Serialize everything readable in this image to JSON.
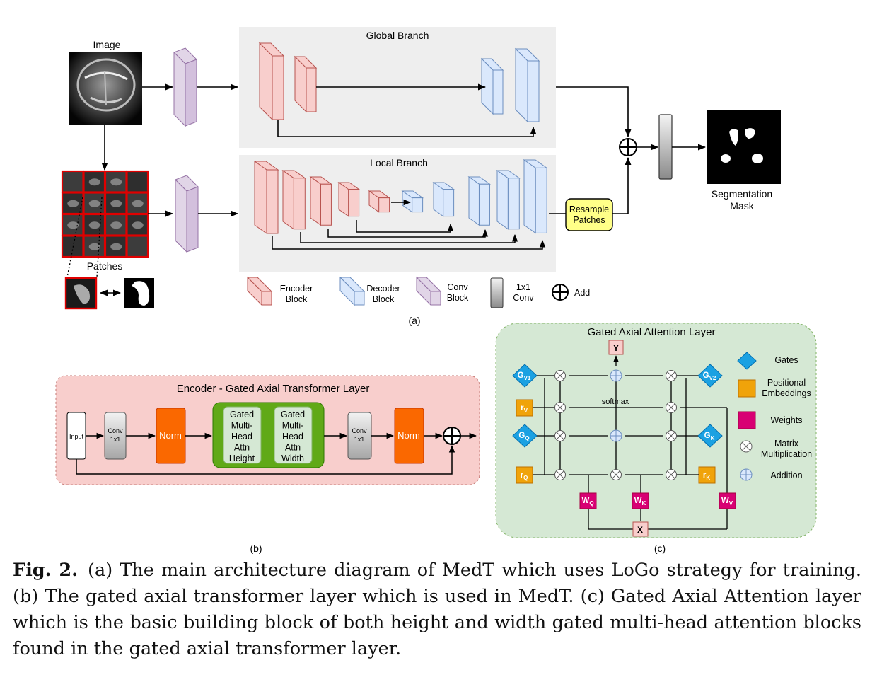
{
  "panel_a": {
    "label": "(a)",
    "image_label": "Image",
    "patches_label": "Patches",
    "global_branch": "Global Branch",
    "local_branch": "Local Branch",
    "resample_line1": "Resample",
    "resample_line2": "Patches",
    "segmentation_line1": "Segmentation",
    "segmentation_line2": "Mask",
    "legend": {
      "encoder_line1": "Encoder",
      "encoder_line2": "Block",
      "decoder_line1": "Decoder",
      "decoder_line2": "Block",
      "conv_line1": "Conv",
      "conv_line2": "Block",
      "onexone_line1": "1x1",
      "onexone_line2": "Conv",
      "add": "Add"
    }
  },
  "panel_b": {
    "label": "(b)",
    "title": "Encoder - Gated Axial Transformer Layer",
    "input": "Input",
    "conv1_line1": "Conv",
    "conv1_line2": "1x1",
    "norm": "Norm",
    "attn_height": [
      "Gated",
      "Multi-",
      "Head",
      "Attn",
      "Height"
    ],
    "attn_width": [
      "Gated",
      "Multi-",
      "Head",
      "Attn",
      "Width"
    ],
    "conv2_line1": "Conv",
    "conv2_line2": "1x1",
    "norm2": "Norm"
  },
  "panel_c": {
    "label": "(c)",
    "title": "Gated Axial Attention Layer",
    "y": "Y",
    "x": "X",
    "softmax": "softmax",
    "gv1": "G",
    "gv1_sub": "V1",
    "gv2": "G",
    "gv2_sub": "V2",
    "gq": "G",
    "gq_sub": "Q",
    "gk": "G",
    "gk_sub": "K",
    "rv": "r",
    "rv_sub": "V",
    "rq": "r",
    "rq_sub": "Q",
    "rk": "r",
    "rk_sub": "K",
    "wq": "W",
    "wq_sub": "Q",
    "wk": "W",
    "wk_sub": "K",
    "wv": "W",
    "wv_sub": "V",
    "legend": {
      "gates": "Gates",
      "pos_line1": "Positional",
      "pos_line2": "Embeddings",
      "weights": "Weights",
      "matmul_line1": "Matrix",
      "matmul_line2": "Multiplication",
      "addition": "Addition"
    }
  },
  "caption": {
    "label": "Fig. 2.",
    "text": "(a) The main architecture diagram of MedT which uses LoGo strategy for training. (b) The gated axial transformer layer which is used in MedT. (c) Gated Axial Attention layer which is the basic building block of both height and width gated multi-head attention blocks found in the gated axial transformer layer."
  },
  "colors": {
    "encoder_fill": "#f8cecc",
    "encoder_stroke": "#b85450",
    "decoder_fill": "#dae8fc",
    "decoder_stroke": "#6c8ebf",
    "conv_fill": "#e1d5e7",
    "conv_stroke": "#9673a6",
    "branch_bg": "#eeeeee",
    "panel_b_bg": "#f8cecc",
    "panel_c_bg": "#d5e8d4",
    "norm": "#fa6800",
    "attn_outer": "#60a917",
    "gate": "#1ba1e2",
    "pos_emb": "#f0a30a",
    "weight": "#d80073",
    "resample": "#ffff88"
  }
}
